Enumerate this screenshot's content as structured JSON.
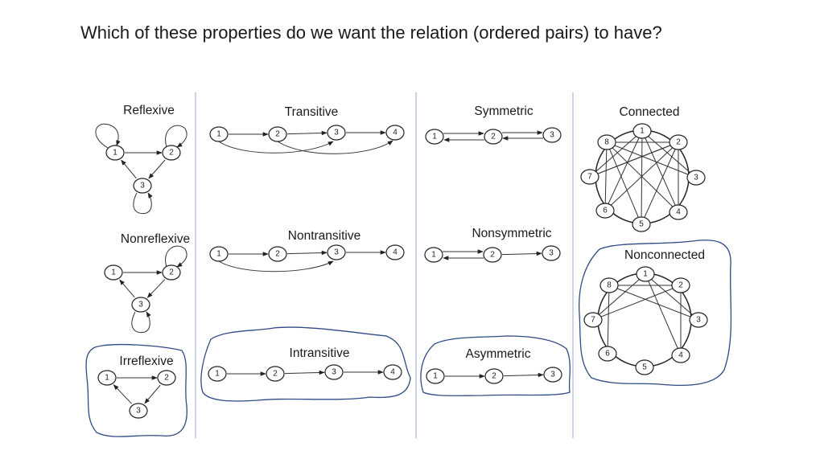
{
  "title": "Which of these properties do we want the relation (ordered pairs) to have?",
  "colors": {
    "ink": "#1a1a1a",
    "highlight_outline": "#2f4a86",
    "divider": "#a9b7d6"
  },
  "panels": {
    "reflexive": {
      "label": "Reflexive",
      "nodes": [
        "1",
        "2",
        "3"
      ]
    },
    "nonreflexive": {
      "label": "Nonreflexive",
      "nodes": [
        "1",
        "2",
        "3"
      ]
    },
    "irreflexive": {
      "label": "Irreflexive",
      "nodes": [
        "1",
        "2",
        "3"
      ],
      "circled": true
    },
    "transitive": {
      "label": "Transitive",
      "nodes": [
        "1",
        "2",
        "3",
        "4"
      ]
    },
    "nontransitive": {
      "label": "Nontransitive",
      "nodes": [
        "1",
        "2",
        "3",
        "4"
      ]
    },
    "intransitive": {
      "label": "Intransitive",
      "nodes": [
        "1",
        "2",
        "3",
        "4"
      ],
      "circled": true
    },
    "symmetric": {
      "label": "Symmetric",
      "nodes": [
        "1",
        "2",
        "3"
      ]
    },
    "nonsymmetric": {
      "label": "Nonsymmetric",
      "nodes": [
        "1",
        "2",
        "3"
      ]
    },
    "asymmetric": {
      "label": "Asymmetric",
      "nodes": [
        "1",
        "2",
        "3"
      ],
      "circled": true
    },
    "connected": {
      "label": "Connected",
      "nodes": [
        "1",
        "2",
        "3",
        "4",
        "5",
        "6",
        "7",
        "8"
      ]
    },
    "nonconnected": {
      "label": "Nonconnected",
      "nodes": [
        "1",
        "2",
        "3",
        "4",
        "5",
        "6",
        "7",
        "8"
      ],
      "circled": true
    }
  }
}
